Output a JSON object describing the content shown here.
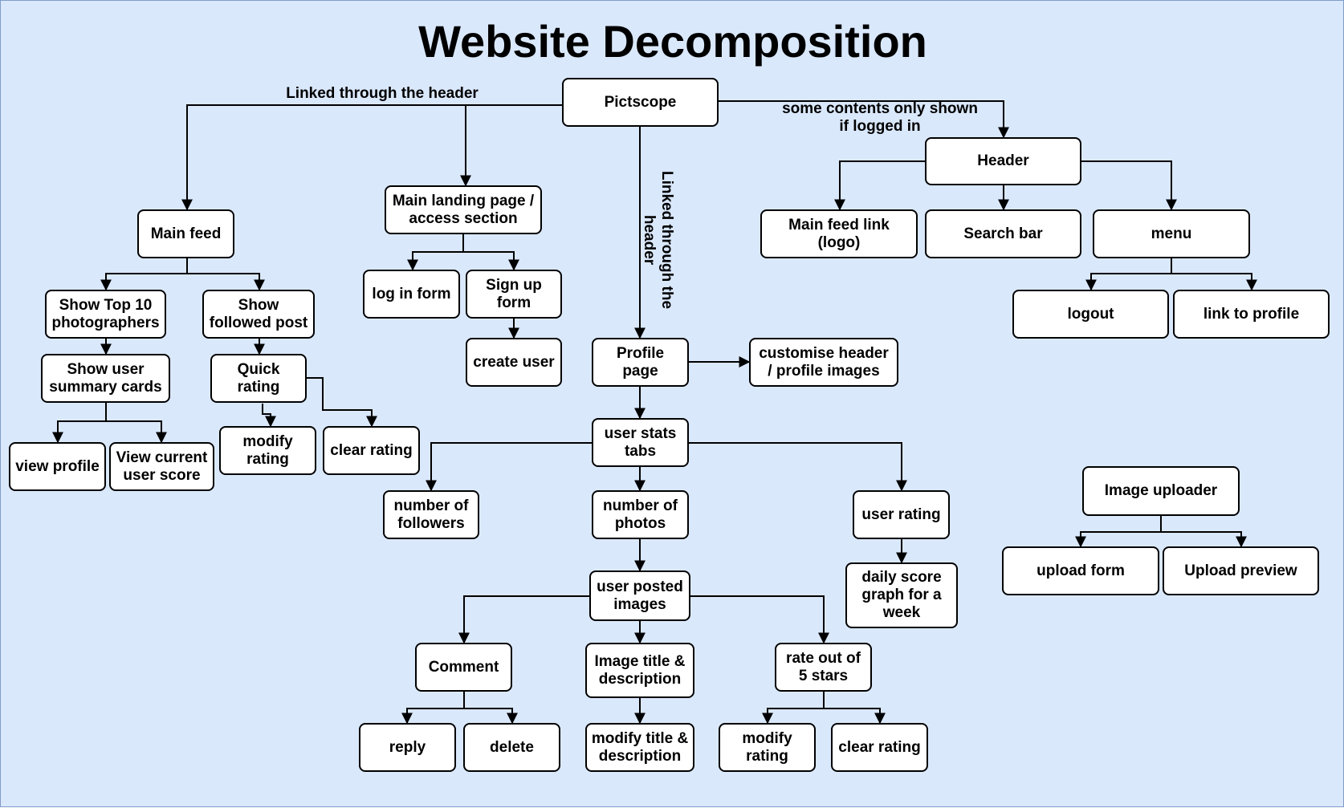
{
  "title": "Website Decomposition",
  "edge_labels": {
    "header_link_left": "Linked through the header",
    "logged_in_note": "some contents only shown\nif logged in",
    "header_link_profile": "Linked through the\nheader"
  },
  "nodes": {
    "pictscope": "Pictscope",
    "main_feed": "Main feed",
    "landing": "Main landing page /\naccess section",
    "header": "Header",
    "feed_logo_link": "Main feed link\n(logo)",
    "search_bar": "Search bar",
    "menu": "menu",
    "logout": "logout",
    "link_profile": "link to profile",
    "top10": "Show Top 10\nphotographers",
    "followed": "Show\nfollowed post",
    "summary_cards": "Show user\nsummary cards",
    "quick_rating": "Quick\nrating",
    "view_profile": "view profile",
    "view_score": "View current\nuser score",
    "modify_rating_feed": "modify\nrating",
    "clear_rating_feed": "clear rating",
    "login_form": "log in form",
    "signup_form": "Sign up\nform",
    "create_user": "create user",
    "profile_page": "Profile\npage",
    "customise": "customise header\n/ profile images",
    "stats_tabs": "user stats\ntabs",
    "followers": "number of\nfollowers",
    "photos": "number of\nphotos",
    "user_rating": "user rating",
    "daily_graph": "daily score\ngraph for a\nweek",
    "posted_images": "user posted\nimages",
    "comment": "Comment",
    "image_title": "Image title &\ndescription",
    "rate_stars": "rate out of\n5 stars",
    "reply": "reply",
    "delete": "delete",
    "modify_title": "modify title &\ndescription",
    "modify_rating_img": "modify\nrating",
    "clear_rating_img": "clear rating",
    "uploader": "Image uploader",
    "upload_form": "upload form",
    "upload_preview": "Upload preview"
  }
}
